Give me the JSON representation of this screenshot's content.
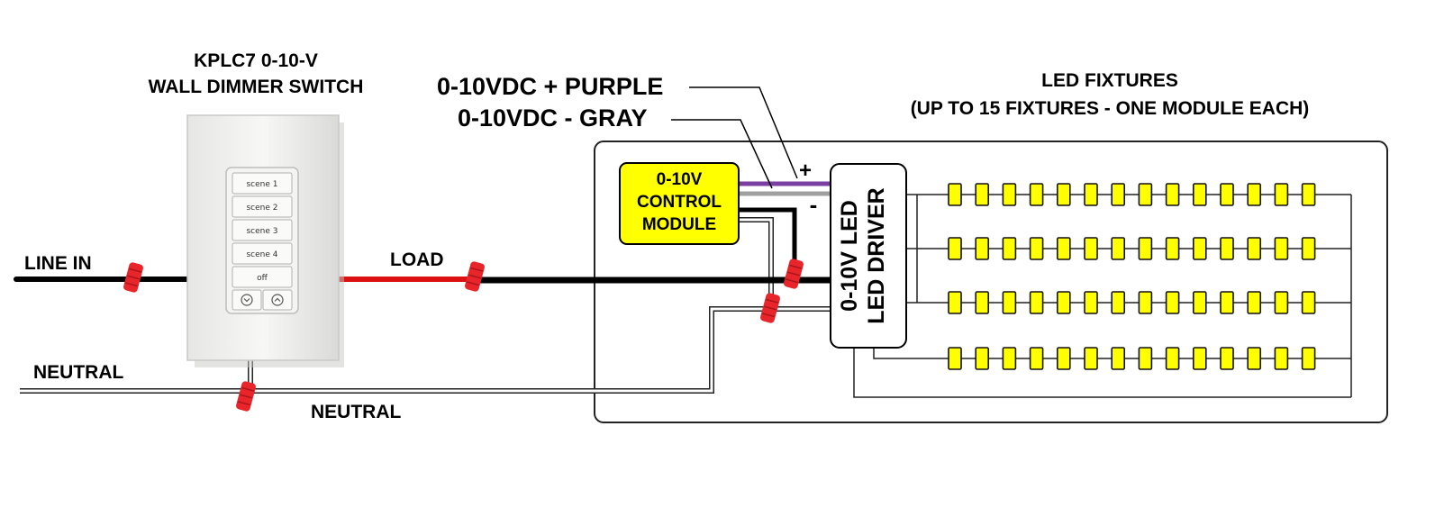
{
  "labels": {
    "switch_title_line1": "KPLC7 0-10-V",
    "switch_title_line2": "WALL DIMMER SWITCH",
    "line_in": "LINE IN",
    "load": "LOAD",
    "neutral_left": "NEUTRAL",
    "neutral_bottom": "NEUTRAL",
    "purple_wire": "0-10VDC + PURPLE",
    "gray_wire": "0-10VDC - GRAY",
    "fixtures_line1": "LED FIXTURES",
    "fixtures_line2": "(UP TO 15 FIXTURES - ONE MODULE EACH)",
    "module_line1": "0-10V",
    "module_line2": "CONTROL",
    "module_line3": "MODULE",
    "driver_line1": "0-10V LED",
    "driver_line2": "LED DRIVER",
    "plus": "+",
    "minus": "-"
  },
  "switch_buttons": [
    "scene 1",
    "scene 2",
    "scene 3",
    "scene 4",
    "off"
  ],
  "led_rows": 4,
  "leds_per_row": 14,
  "colors": {
    "line_wire": "#000000",
    "load_wire": "#dd1111",
    "purple_wire": "#7a3fa0",
    "gray_wire": "#a0a0a0",
    "wire_nut": "#e8252a",
    "module_fill": "#ffff00",
    "led_fill": "#ffff00"
  }
}
